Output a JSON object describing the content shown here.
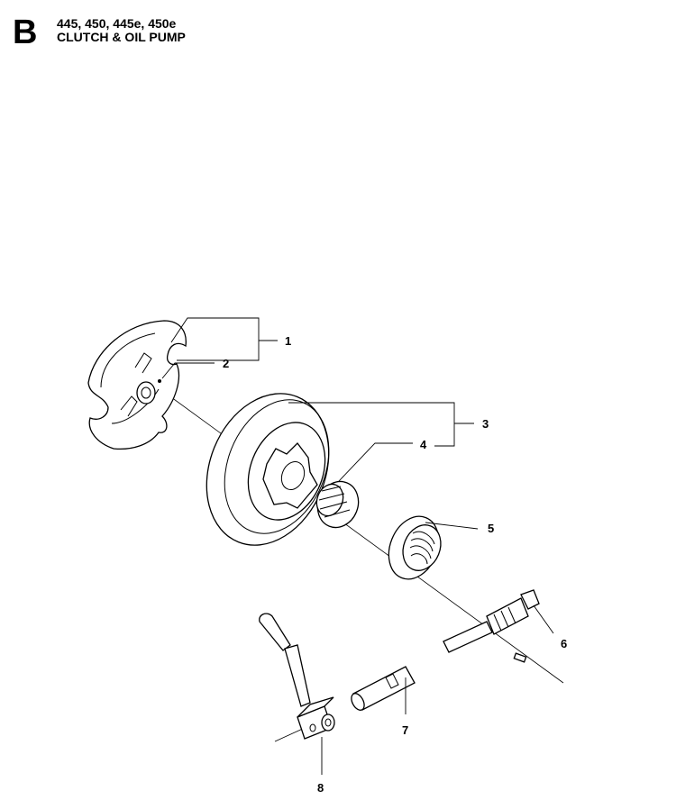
{
  "header": {
    "section_letter": "B",
    "models": "445, 450, 445e, 450e",
    "title": "CLUTCH & OIL PUMP"
  },
  "callouts": [
    "1",
    "2",
    "3",
    "4",
    "5",
    "6",
    "7",
    "8"
  ]
}
